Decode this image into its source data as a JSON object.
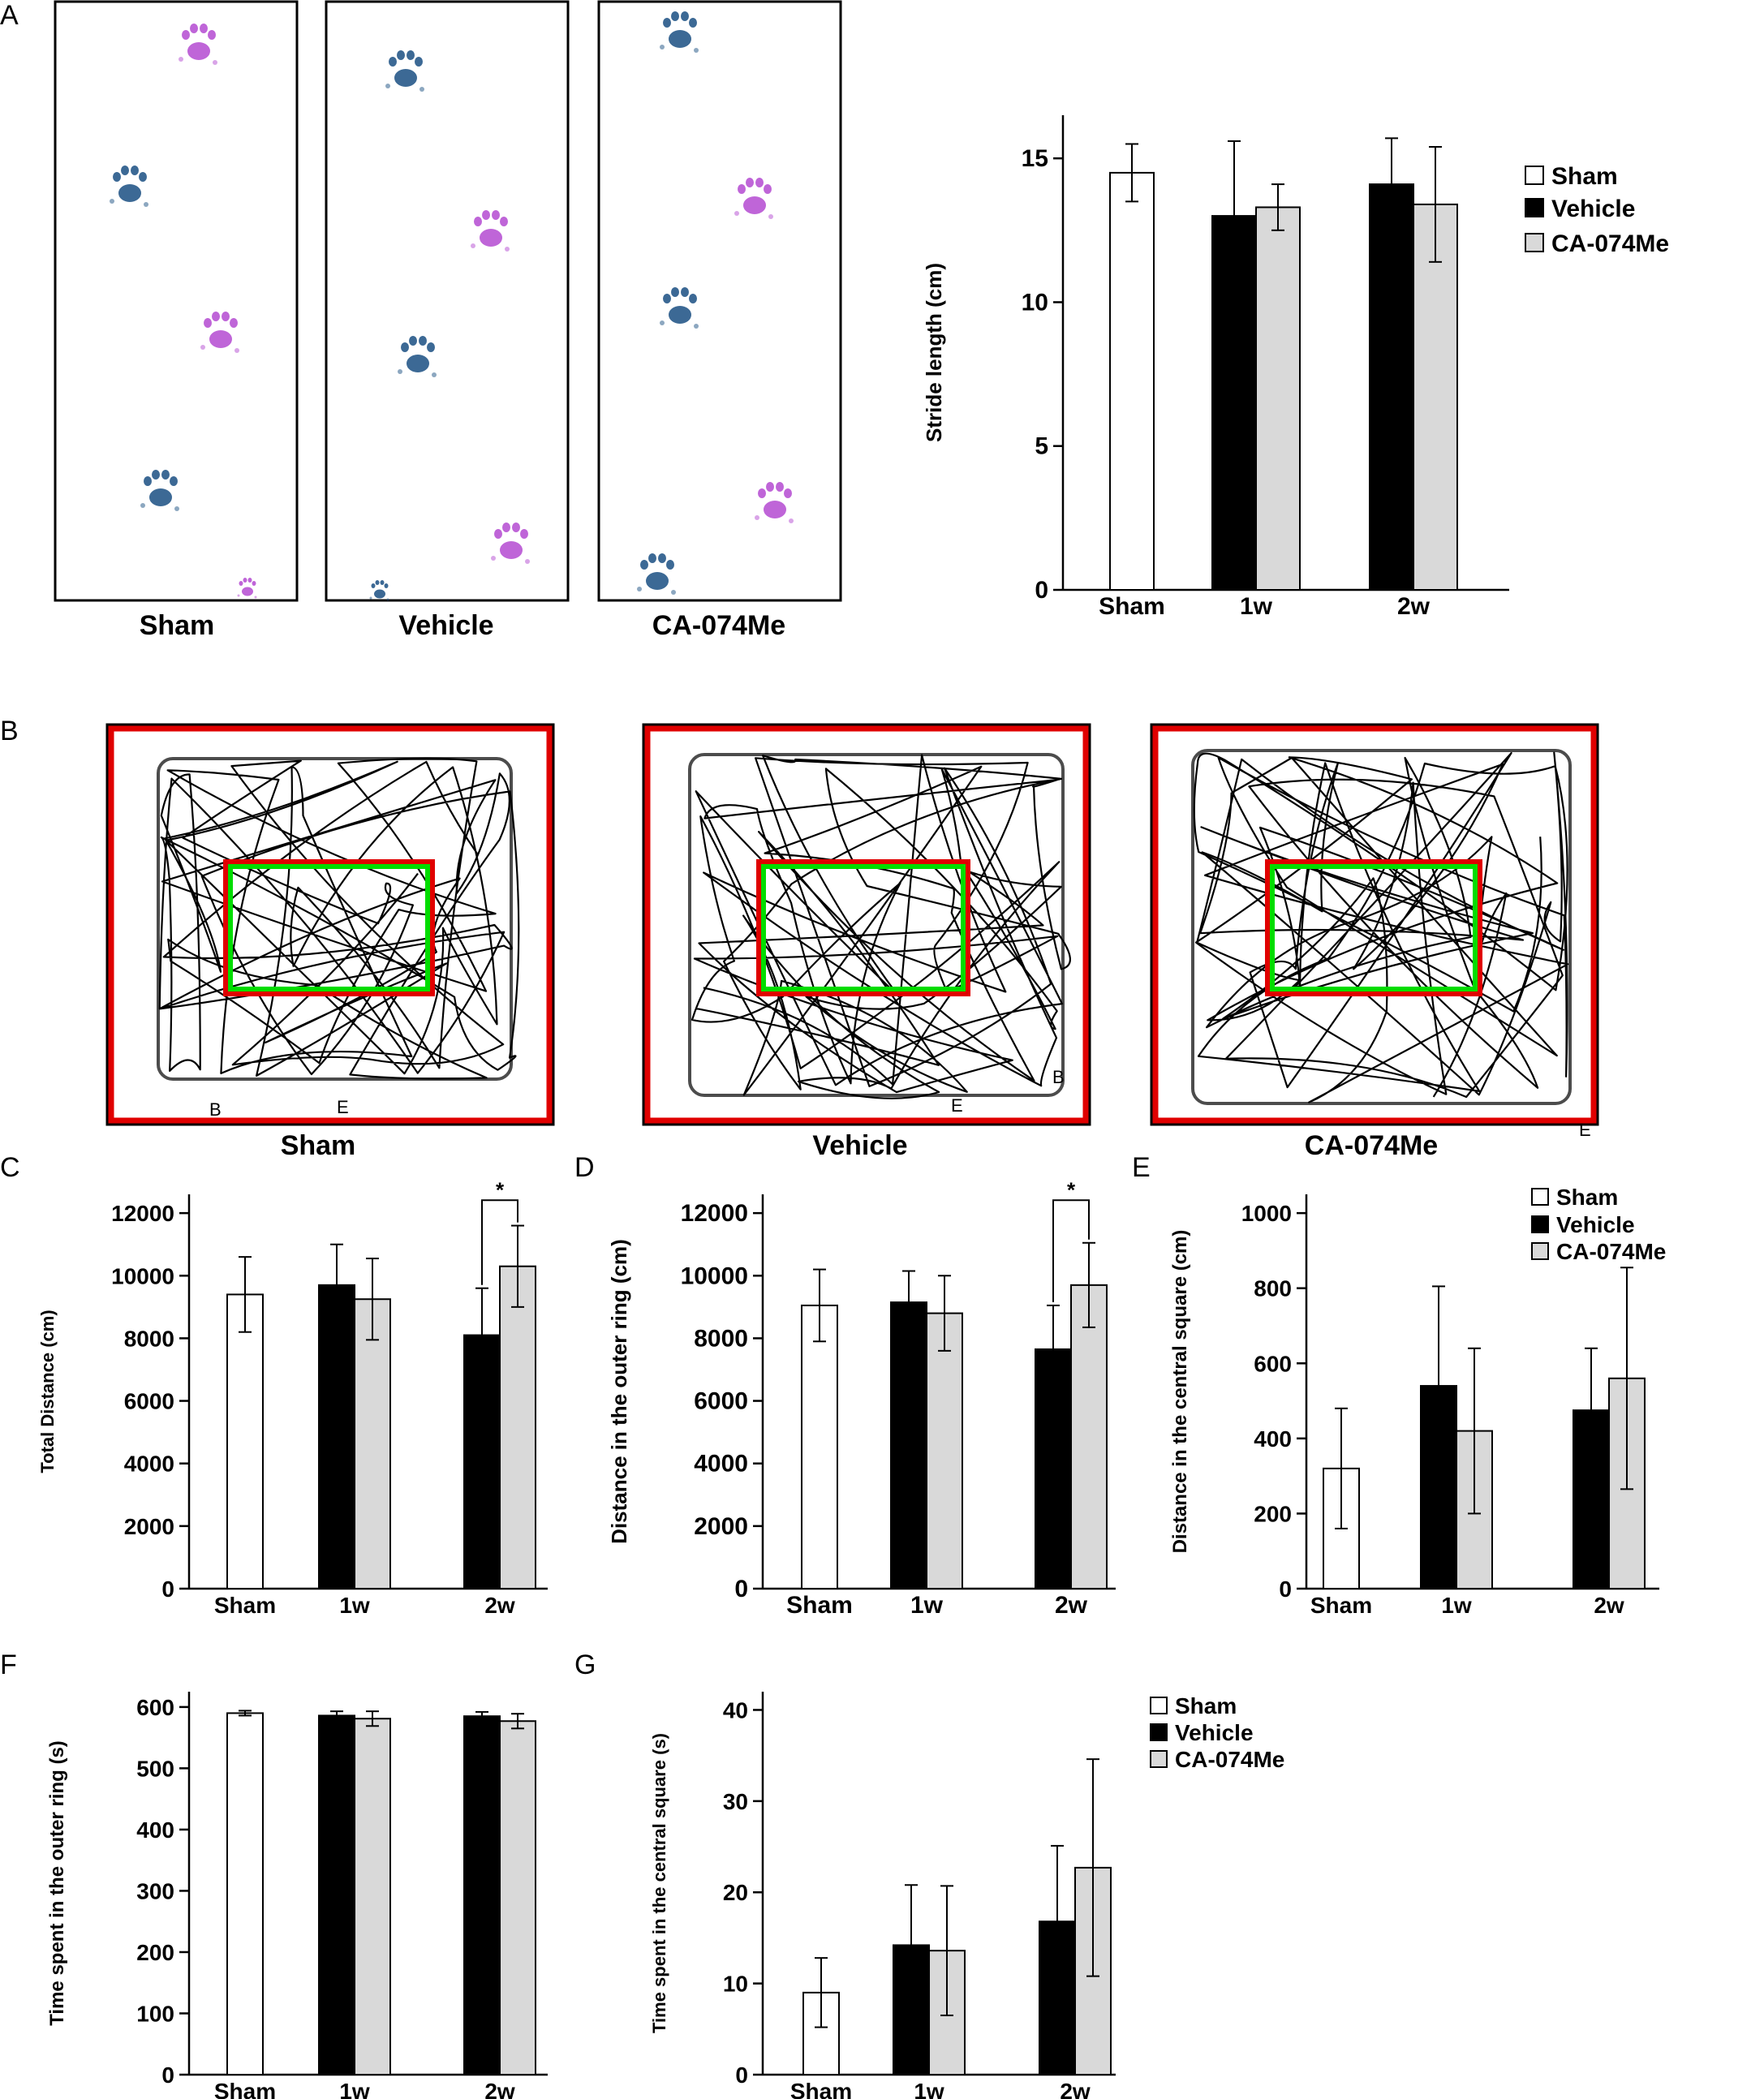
{
  "panel_letters": [
    "A",
    "B",
    "C",
    "D",
    "E",
    "F",
    "G"
  ],
  "legend": {
    "items": [
      {
        "label": "Sham",
        "fill": "#ffffff"
      },
      {
        "label": "Vehicle",
        "fill": "#000000"
      },
      {
        "label": "CA-074Me",
        "fill": "#d9d9d9"
      }
    ]
  },
  "colors": {
    "sham": "#ffffff",
    "vehicle": "#000000",
    "ca074me": "#d9d9d9",
    "arena_border": "#e00000",
    "center_green": "#00dd00",
    "paw_blue": "#1a4f82",
    "paw_purple": "#b44ad1"
  },
  "panel_a": {
    "footprint_labels": [
      "Sham",
      "Vehicle",
      "CA-074Me"
    ]
  },
  "panel_b": {
    "track_labels": [
      "Sham",
      "Vehicle",
      "CA-074Me"
    ],
    "marker_letters": {
      "begin": "B",
      "end": "E"
    }
  },
  "chart_data": [
    {
      "id": "A-stride",
      "type": "bar",
      "ylabel": "Stride length (cm)",
      "ylim": [
        0,
        16.5
      ],
      "yticks": [
        0,
        5,
        10,
        15
      ],
      "groups": [
        "Sham",
        "1w",
        "2w"
      ],
      "series": [
        {
          "name": "Sham",
          "values": [
            14.5,
            null,
            null
          ],
          "errors": [
            1.0,
            null,
            null
          ]
        },
        {
          "name": "Vehicle",
          "values": [
            null,
            13.0,
            14.1
          ],
          "errors": [
            null,
            2.6,
            1.6
          ]
        },
        {
          "name": "CA-074Me",
          "values": [
            null,
            13.3,
            13.4
          ],
          "errors": [
            null,
            0.8,
            2.0
          ]
        }
      ],
      "legend": "right",
      "significance": []
    },
    {
      "id": "C-total",
      "type": "bar",
      "ylabel": "Total Distance (cm)",
      "ylim": [
        0,
        12600
      ],
      "yticks": [
        0,
        2000,
        4000,
        6000,
        8000,
        10000,
        12000
      ],
      "groups": [
        "Sham",
        "1w",
        "2w"
      ],
      "series": [
        {
          "name": "Sham",
          "values": [
            9400,
            null,
            null
          ],
          "errors": [
            1200,
            null,
            null
          ]
        },
        {
          "name": "Vehicle",
          "values": [
            null,
            9700,
            8100
          ],
          "errors": [
            null,
            1300,
            1500
          ]
        },
        {
          "name": "CA-074Me",
          "values": [
            null,
            9250,
            10300
          ],
          "errors": [
            null,
            1300,
            1300
          ]
        }
      ],
      "significance": [
        {
          "group": "2w",
          "label": "*"
        }
      ]
    },
    {
      "id": "D-outer",
      "type": "bar",
      "ylabel": "Distance in the outer ring (cm)",
      "ylim": [
        0,
        12600
      ],
      "yticks": [
        0,
        2000,
        4000,
        6000,
        8000,
        10000,
        12000
      ],
      "groups": [
        "Sham",
        "1w",
        "2w"
      ],
      "series": [
        {
          "name": "Sham",
          "values": [
            9050,
            null,
            null
          ],
          "errors": [
            1150,
            null,
            null
          ]
        },
        {
          "name": "Vehicle",
          "values": [
            null,
            9150,
            7650
          ],
          "errors": [
            null,
            1000,
            1400
          ]
        },
        {
          "name": "CA-074Me",
          "values": [
            null,
            8800,
            9700
          ],
          "errors": [
            null,
            1200,
            1350
          ]
        }
      ],
      "significance": [
        {
          "group": "2w",
          "label": "*"
        }
      ]
    },
    {
      "id": "E-central",
      "type": "bar",
      "ylabel": "Distance in the central square (cm)",
      "ylim": [
        0,
        1050
      ],
      "yticks": [
        0,
        200,
        400,
        600,
        800,
        1000
      ],
      "groups": [
        "Sham",
        "1w",
        "2w"
      ],
      "series": [
        {
          "name": "Sham",
          "values": [
            320,
            null,
            null
          ],
          "errors": [
            160,
            null,
            null
          ]
        },
        {
          "name": "Vehicle",
          "values": [
            null,
            540,
            475
          ],
          "errors": [
            null,
            265,
            165
          ]
        },
        {
          "name": "CA-074Me",
          "values": [
            null,
            420,
            560
          ],
          "errors": [
            null,
            220,
            295
          ]
        }
      ],
      "legend": "top-right",
      "significance": []
    },
    {
      "id": "F-time-outer",
      "type": "bar",
      "ylabel": "Time spent in the outer ring (s)",
      "ylim": [
        0,
        625
      ],
      "yticks": [
        0,
        100,
        200,
        300,
        400,
        500,
        600
      ],
      "groups": [
        "Sham",
        "1w",
        "2w"
      ],
      "series": [
        {
          "name": "Sham",
          "values": [
            590,
            null,
            null
          ],
          "errors": [
            4,
            null,
            null
          ]
        },
        {
          "name": "Vehicle",
          "values": [
            null,
            586,
            585
          ],
          "errors": [
            null,
            7,
            7
          ]
        },
        {
          "name": "CA-074Me",
          "values": [
            null,
            581,
            577
          ],
          "errors": [
            null,
            12,
            12
          ]
        }
      ],
      "significance": []
    },
    {
      "id": "G-time-central",
      "type": "bar",
      "ylabel": "Time spent in the central square (s)",
      "ylim": [
        0,
        42
      ],
      "yticks": [
        0,
        10,
        20,
        30,
        40
      ],
      "groups": [
        "Sham",
        "1w",
        "2w"
      ],
      "series": [
        {
          "name": "Sham",
          "values": [
            9,
            null,
            null
          ],
          "errors": [
            3.8,
            null,
            null
          ]
        },
        {
          "name": "Vehicle",
          "values": [
            null,
            14.2,
            16.8
          ],
          "errors": [
            null,
            6.6,
            8.3
          ]
        },
        {
          "name": "CA-074Me",
          "values": [
            null,
            13.6,
            22.7
          ],
          "errors": [
            null,
            7.1,
            11.9
          ]
        }
      ],
      "legend": "right",
      "significance": []
    }
  ]
}
